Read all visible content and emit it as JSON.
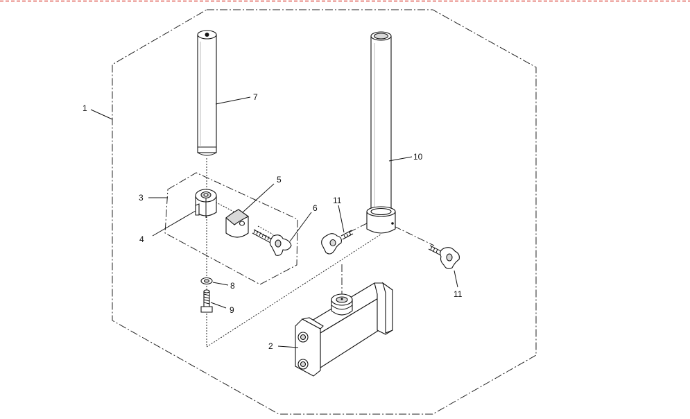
{
  "diagram": {
    "callouts": {
      "c1": "1",
      "c2": "2",
      "c3": "3",
      "c4": "4",
      "c5": "5",
      "c6": "6",
      "c7": "7",
      "c8": "8",
      "c9": "9",
      "c10": "10",
      "c11a": "11",
      "c11b": "11"
    },
    "colors": {
      "top_border": "#d8342c",
      "line": "#111111",
      "part_fill": "#ffffff",
      "shade_fill": "#d9d9d9"
    }
  }
}
